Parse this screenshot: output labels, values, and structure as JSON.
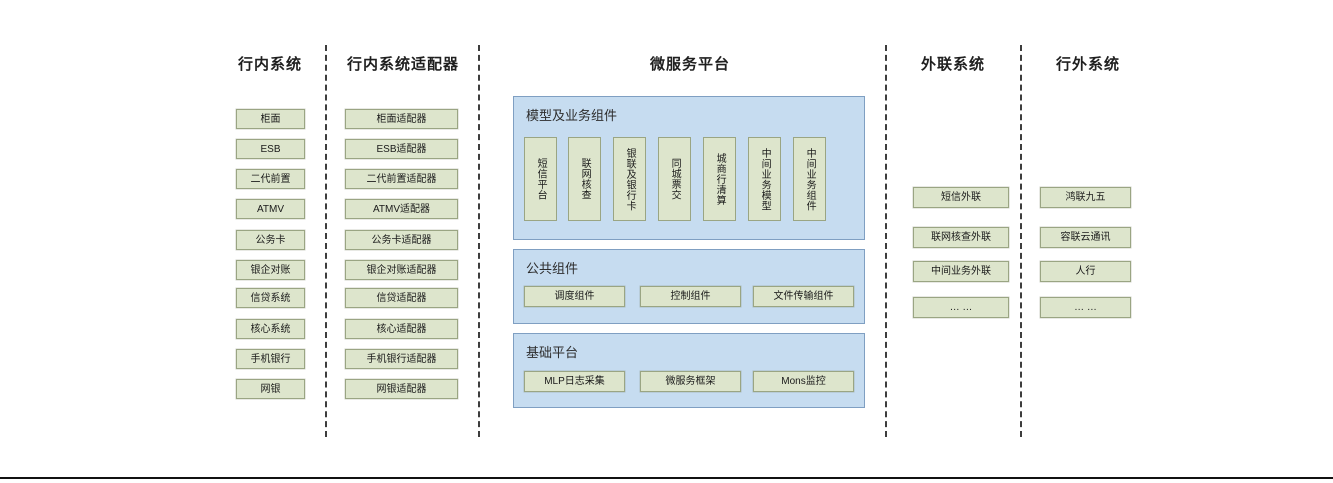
{
  "colors": {
    "box_fill": "#dde5cc",
    "box_border": "#9aa583",
    "group_fill": "#c6dcf0",
    "group_border": "#7f9fc2",
    "divider": "#3d3d3d",
    "text": "#1a1a1a"
  },
  "columns": [
    {
      "id": "internal-systems",
      "title": "行内系统",
      "items": [
        "柜面",
        "ESB",
        "二代前置",
        "ATMV",
        "公务卡",
        "银企对账",
        "信贷系统",
        "核心系统",
        "手机银行",
        "网银"
      ]
    },
    {
      "id": "internal-adapters",
      "title": "行内系统适配器",
      "items": [
        "柜面适配器",
        "ESB适配器",
        "二代前置适配器",
        "ATMV适配器",
        "公务卡适配器",
        "银企对账适配器",
        "信贷适配器",
        "核心适配器",
        "手机银行适配器",
        "网银适配器"
      ]
    },
    {
      "id": "microservice-platform",
      "title": "微服务平台",
      "groups": [
        {
          "id": "model-business-components",
          "title": "模型及业务组件",
          "orientation": "vertical",
          "items": [
            "短信平台",
            "联网核查",
            "银联及银行卡",
            "同城票交",
            "城商行清算",
            "中间业务模型",
            "中间业务组件"
          ]
        },
        {
          "id": "public-components",
          "title": "公共组件",
          "orientation": "horizontal",
          "items": [
            "调度组件",
            "控制组件",
            "文件传输组件"
          ]
        },
        {
          "id": "base-platform",
          "title": "基础平台",
          "orientation": "horizontal",
          "items": [
            "MLP日志采集",
            "微服务框架",
            "Mons监控"
          ]
        }
      ]
    },
    {
      "id": "external-link-systems",
      "title": "外联系统",
      "items": [
        "短信外联",
        "联网核查外联",
        "中间业务外联",
        "… …"
      ]
    },
    {
      "id": "outside-bank-systems",
      "title": "行外系统",
      "items": [
        "鸿联九五",
        "容联云通讯",
        "人行",
        "… …"
      ]
    }
  ]
}
